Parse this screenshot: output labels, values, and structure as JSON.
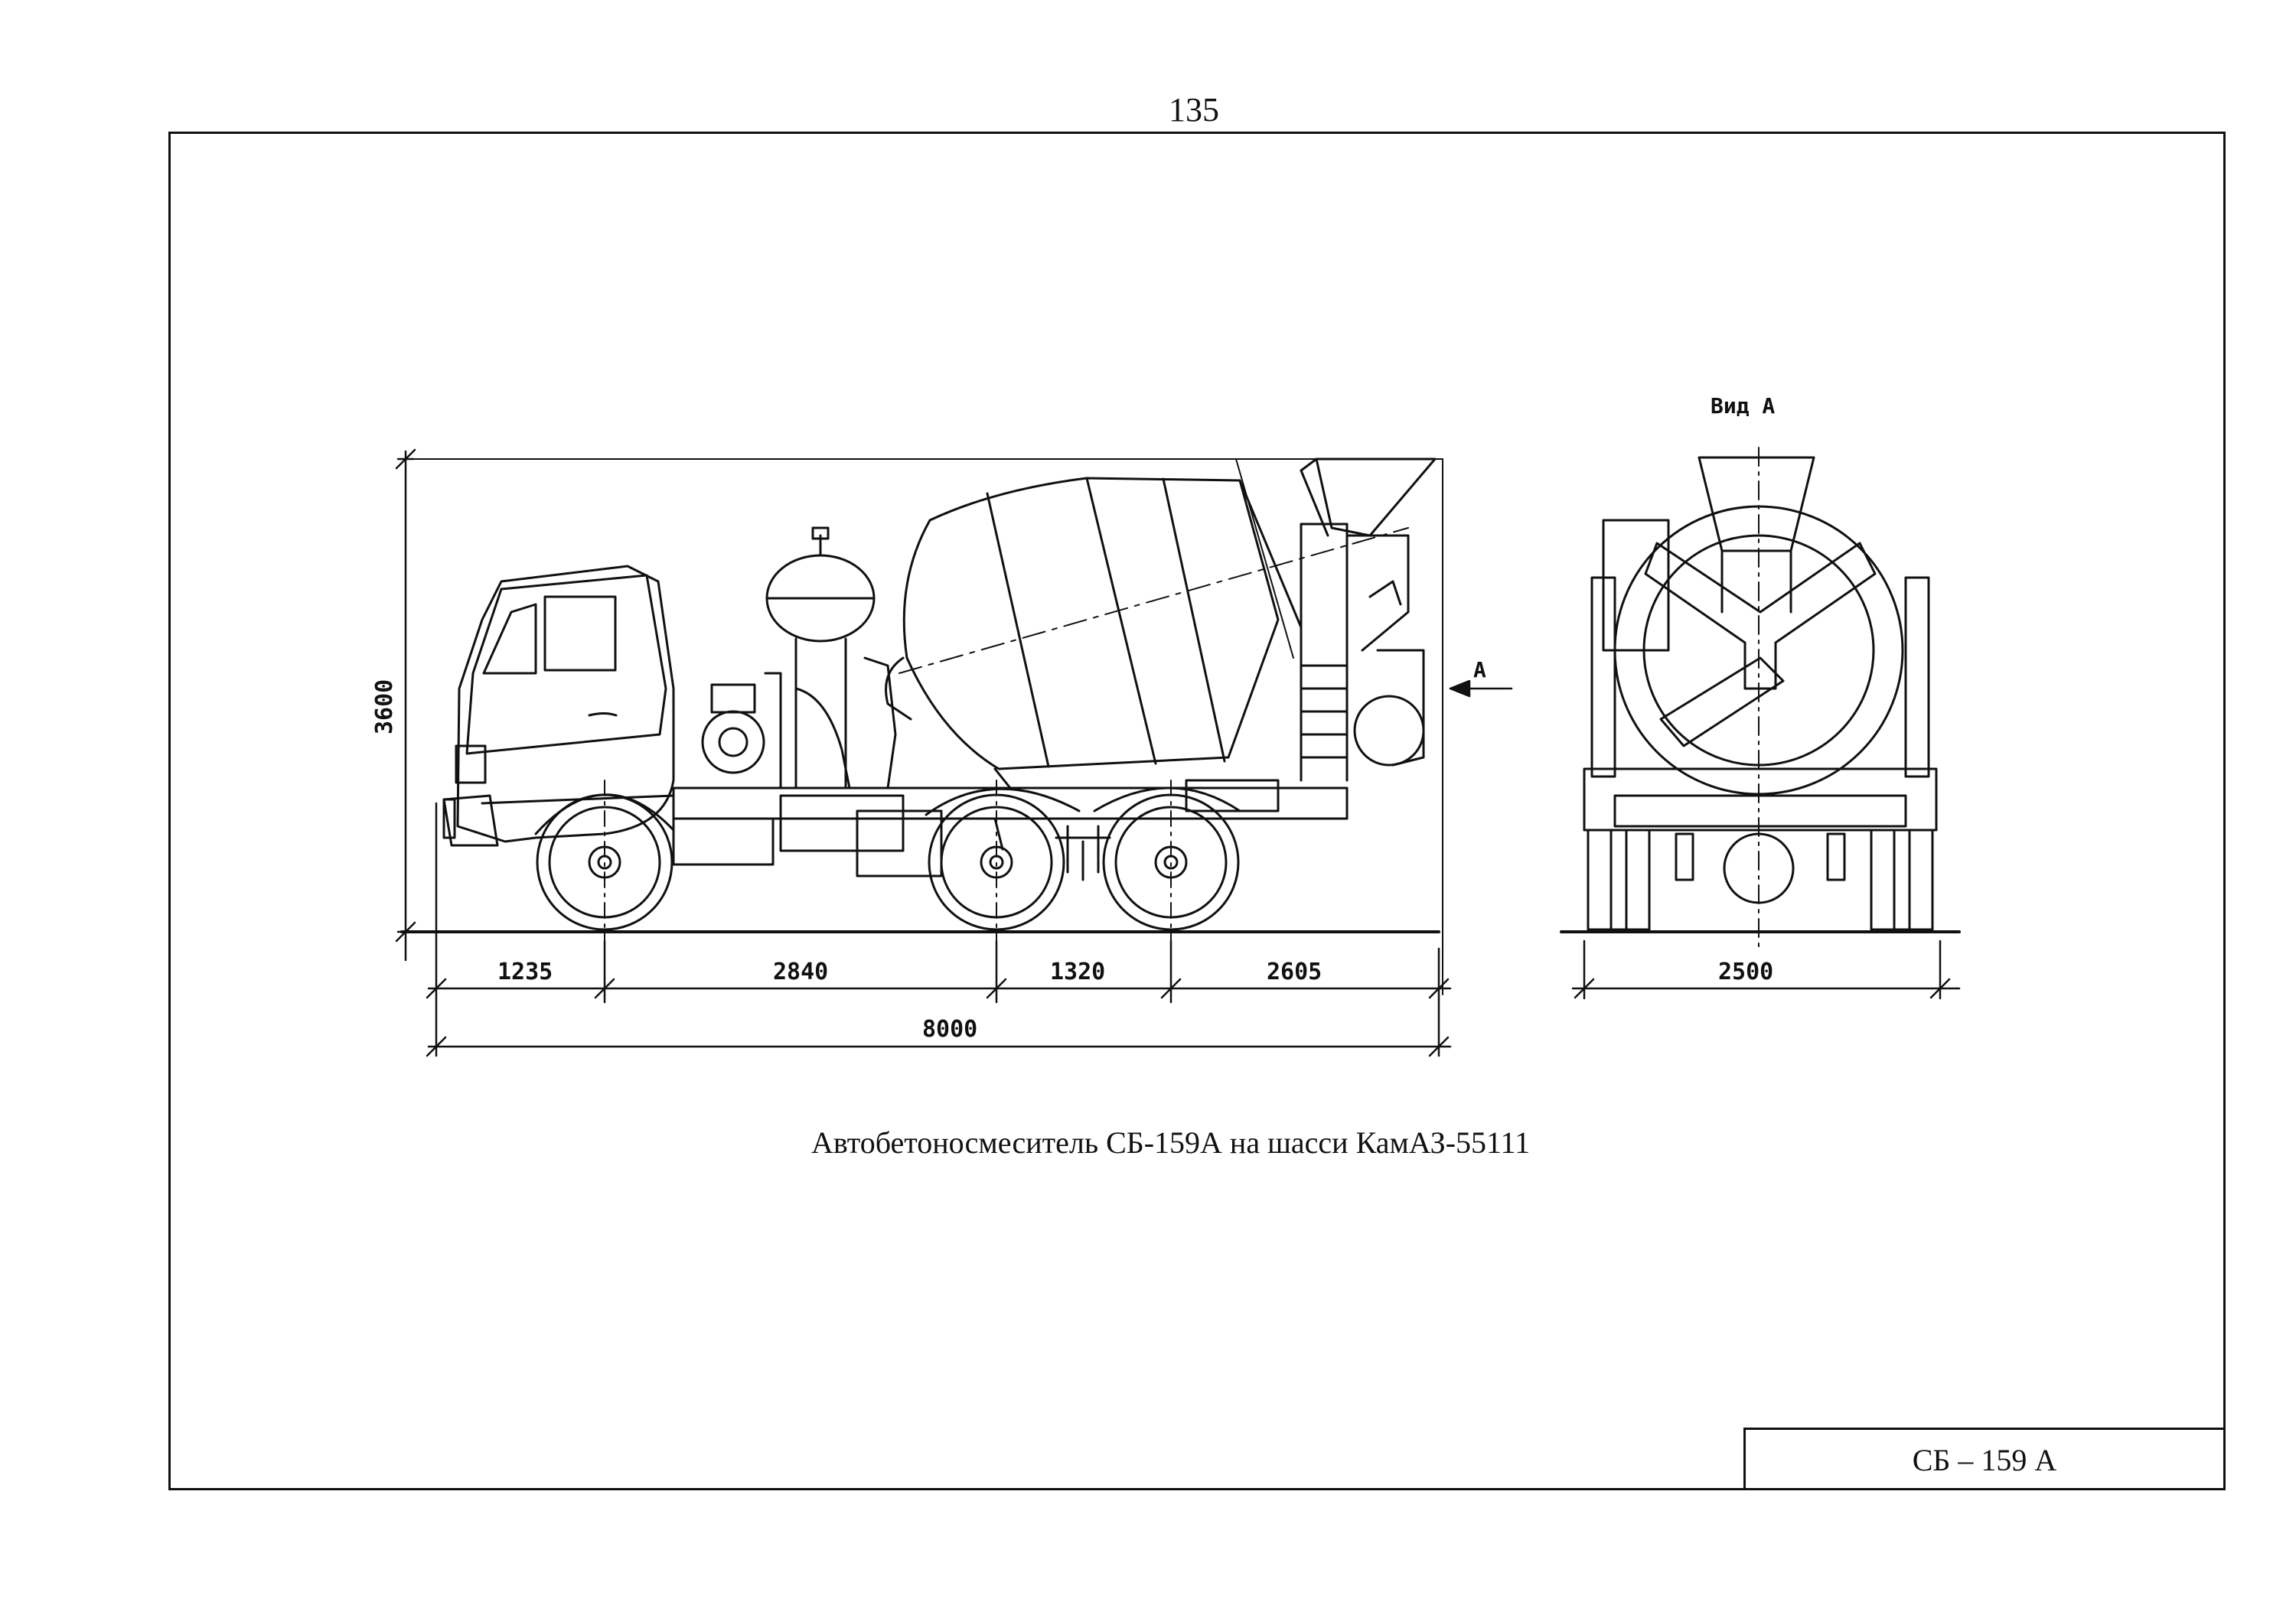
{
  "page_number": "135",
  "caption": "Автобетоносмеситель СБ-159А на шасси КамАЗ-55111",
  "stamp_label": "СБ – 159 А",
  "side_view": {
    "height_dimension": "3600",
    "segment_dimensions": [
      "1235",
      "2840",
      "1320",
      "2605"
    ],
    "overall_length": "8000",
    "view_arrow_label": "А"
  },
  "rear_view": {
    "title": "Вид А",
    "width_dimension": "2500"
  }
}
